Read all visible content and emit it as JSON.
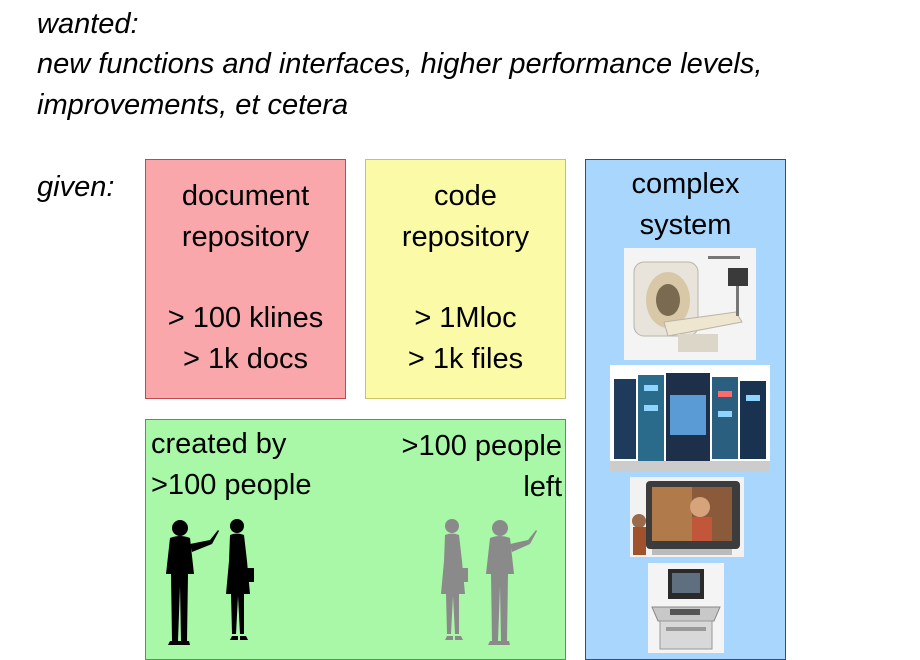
{
  "wanted": {
    "label": "wanted:",
    "line1": "new functions and interfaces, higher performance levels,",
    "line2": "improvements, et cetera"
  },
  "given": {
    "label": "given:"
  },
  "document_repository": {
    "title_line1": "document",
    "title_line2": "repository",
    "stat1": "> 100 klines",
    "stat2": "> 1k docs"
  },
  "code_repository": {
    "title_line1": "code",
    "title_line2": "repository",
    "stat1": "> 1Mloc",
    "stat2": "> 1k files"
  },
  "people": {
    "created_line1": "created by",
    "created_line2": ">100 people",
    "left_line1": ">100 people",
    "left_line2": "left"
  },
  "complex_system": {
    "title_line1": "complex",
    "title_line2": "system",
    "photos": [
      "mri-scanner",
      "server-racks",
      "television-set",
      "workstation"
    ]
  },
  "colors": {
    "document_box": "#f9a7aa",
    "code_box": "#fbfba7",
    "people_box": "#a8f8a8",
    "system_box": "#a9d6fc",
    "present_people": "#000000",
    "departed_people": "#8a8a8a"
  }
}
